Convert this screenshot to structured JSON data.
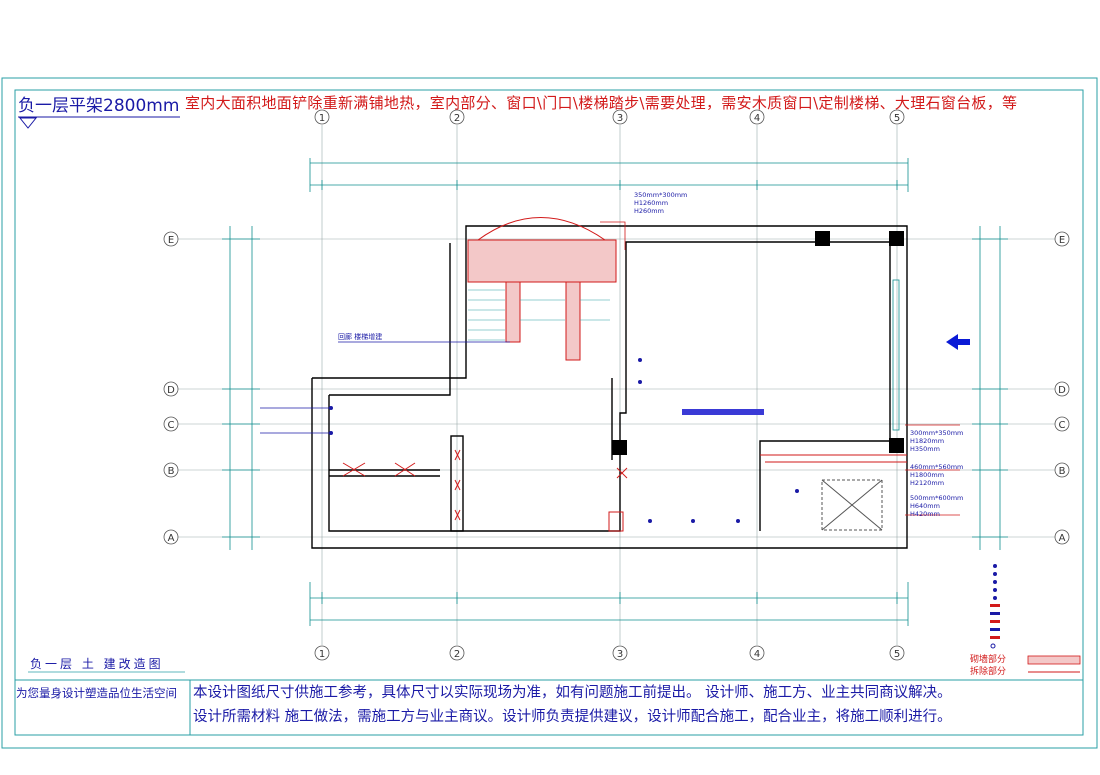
{
  "title_left": "负一层平架2800mm",
  "title_note": "室内大面积地面铲除重新满铺地热，室内部分、窗口\\门口\\楼梯踏步\\需要处理，需安木质窗口\\定制楼梯、大理石窗台板，等",
  "drawing_name": "负一层 土 建改造图",
  "slogan": "为您量身设计塑造品位生活空间",
  "footer_lines": [
    "本设计图纸尺寸供施工参考，具体尺寸以实际现场为准，如有问题施工前提出。 设计师、施工方、业主共同商议解决。",
    "设计所需材料 施工做法，需施工方与业主商议。设计师负责提供建议，设计师配合施工，配合业主，将施工顺利进行。"
  ],
  "grid_columns": [
    "1",
    "2",
    "3",
    "4",
    "5"
  ],
  "grid_rows": [
    "E",
    "D",
    "C",
    "B",
    "A"
  ],
  "stair_label": "回廊 楼梯增建",
  "window_specs_top": [
    "350mm*300mm",
    "H1260mm",
    "H260mm"
  ],
  "window_specs_right": [
    "300mm*350mm",
    "H1820mm",
    "H350mm",
    "460mm*560mm",
    "H1800mm",
    "H2120mm",
    "500mm*600mm",
    "H640mm",
    "H420mm"
  ],
  "legend": {
    "keep_label": "砌墙部分",
    "demolish_label": "拆除部分"
  },
  "colors": {
    "frame": "#2a9fa6",
    "dim": "#0f8f8f",
    "wall": "#000000",
    "red": "#d21a1a",
    "blue": "#1a1aa6",
    "arrow": "#0a1ad6"
  }
}
